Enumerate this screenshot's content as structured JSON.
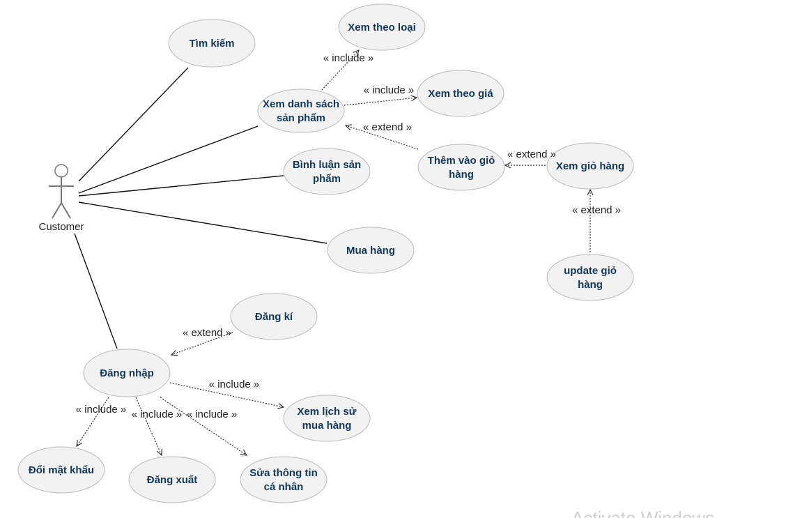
{
  "actor": {
    "name": "Customer"
  },
  "use_cases": {
    "tim_kiem": [
      "Tìm kiếm"
    ],
    "xem_danh_sach": [
      "Xem danh sách",
      "sản phẩm"
    ],
    "xem_theo_loai": [
      "Xem theo loại"
    ],
    "xem_theo_gia": [
      "Xem theo giá"
    ],
    "them_vao_gio": [
      "Thêm vào giỏ",
      "hàng"
    ],
    "xem_gio_hang": [
      "Xem giỏ hàng"
    ],
    "update_gio_hang": [
      "update giỏ",
      "hàng"
    ],
    "binh_luan": [
      "Bình luận sản",
      "phẩm"
    ],
    "mua_hang": [
      "Mua hàng"
    ],
    "dang_ki": [
      "Đăng kí"
    ],
    "dang_nhap": [
      "Đăng nhập"
    ],
    "xem_lich_su": [
      "Xem lịch sử",
      "mua hàng"
    ],
    "doi_mat_khau": [
      "Đổi mật khẩu"
    ],
    "dang_xuat": [
      "Đăng xuất"
    ],
    "sua_thong_tin": [
      "Sửa thông tin",
      "cá nhân"
    ]
  },
  "relations": [
    {
      "from": "xem_danh_sach",
      "to": "xem_theo_loai",
      "label": "« include »"
    },
    {
      "from": "xem_danh_sach",
      "to": "xem_theo_gia",
      "label": "« include »"
    },
    {
      "from": "them_vao_gio",
      "to": "xem_danh_sach",
      "label": "« extend »"
    },
    {
      "from": "xem_gio_hang",
      "to": "them_vao_gio",
      "label": "« extend »"
    },
    {
      "from": "update_gio_hang",
      "to": "xem_gio_hang",
      "label": "« extend »"
    },
    {
      "from": "dang_ki",
      "to": "dang_nhap",
      "label": "« extend »"
    },
    {
      "from": "dang_nhap",
      "to": "xem_lich_su",
      "label": "« include »"
    },
    {
      "from": "dang_nhap",
      "to": "doi_mat_khau",
      "label": "« include »"
    },
    {
      "from": "dang_nhap",
      "to": "dang_xuat",
      "label": "« include »"
    },
    {
      "from": "dang_nhap",
      "to": "sua_thong_tin",
      "label": "« include »"
    }
  ],
  "associations": [
    "tim_kiem",
    "xem_danh_sach",
    "binh_luan",
    "mua_hang",
    "dang_nhap"
  ],
  "watermark": "Activate Windows"
}
